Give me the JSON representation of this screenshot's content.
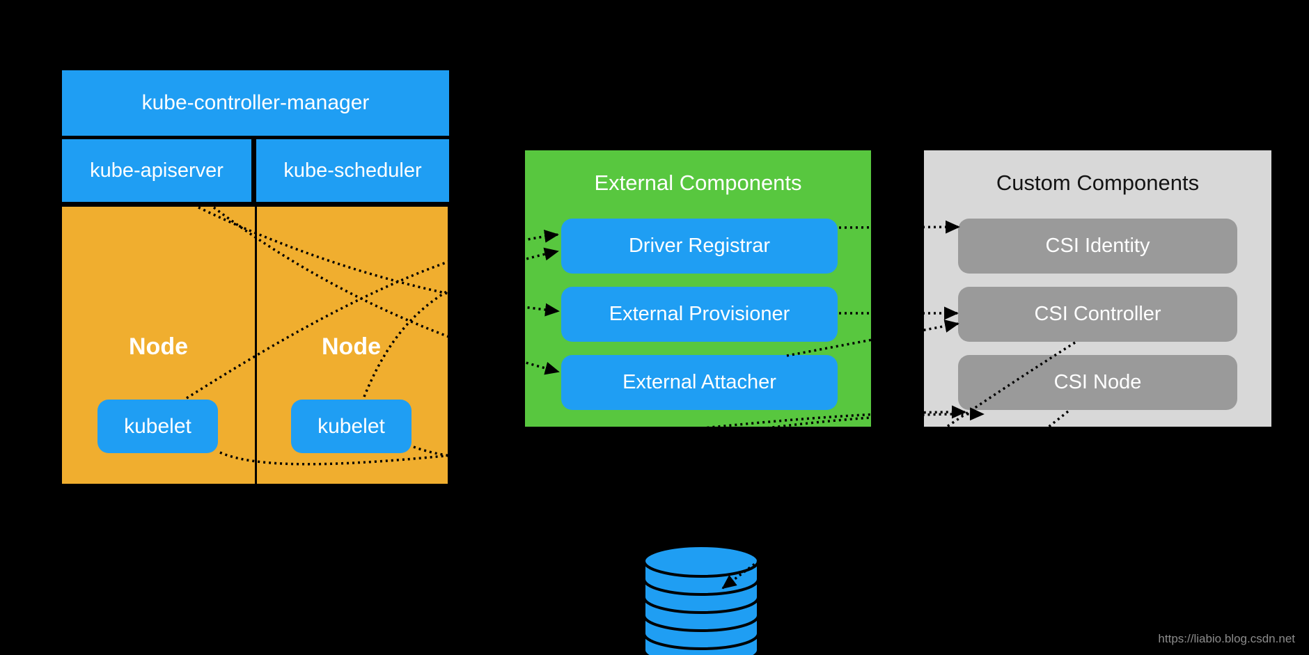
{
  "colors": {
    "background": "#000000",
    "blue": "#1F9EF3",
    "orange": "#F0AE2F",
    "green": "#58C73F",
    "panel_gray": "#D8D8D8",
    "item_gray": "#9A9A9A",
    "line": "#000000",
    "watermark_gray": "#8C8C8C"
  },
  "control_plane": {
    "manager": "kube-controller-manager",
    "apiserver": "kube-apiserver",
    "scheduler": "kube-scheduler"
  },
  "nodes": [
    {
      "label": "Node",
      "kubelet": "kubelet"
    },
    {
      "label": "Node",
      "kubelet": "kubelet"
    }
  ],
  "external": {
    "title": "External Components",
    "items": [
      "Driver Registrar",
      "External Provisioner",
      "External Attacher"
    ]
  },
  "custom": {
    "title": "Custom Components",
    "items": [
      "CSI Identity",
      "CSI Controller",
      "CSI Node"
    ]
  },
  "storage": {
    "icon": "database-cylinder-icon"
  },
  "connections": [
    {
      "from": "kubelet (node 1)",
      "to": "Driver Registrar",
      "style": "dotted-arrow"
    },
    {
      "from": "kubelet (node 2)",
      "to": "Driver Registrar",
      "style": "dotted-arrow"
    },
    {
      "from": "kube-apiserver",
      "to": "External Provisioner",
      "style": "dotted-arrow"
    },
    {
      "from": "kube-apiserver",
      "to": "External Attacher",
      "style": "dotted-arrow"
    },
    {
      "from": "kubelet (node 1)",
      "to": "CSI Node",
      "style": "dotted-arrow"
    },
    {
      "from": "kubelet (node 2)",
      "to": "CSI Node",
      "style": "dotted-arrow"
    },
    {
      "from": "Driver Registrar",
      "to": "CSI Identity",
      "style": "dotted-arrow"
    },
    {
      "from": "External Provisioner",
      "to": "CSI Controller",
      "style": "dotted-arrow"
    },
    {
      "from": "External Attacher",
      "to": "CSI Controller",
      "style": "dotted-arrow"
    },
    {
      "from": "CSI Controller",
      "to": "storage",
      "style": "dotted-arrow"
    },
    {
      "from": "CSI Node",
      "to": "storage",
      "style": "dotted"
    }
  ],
  "watermark": {
    "text": "https://liabio.blog.csdn.net"
  }
}
